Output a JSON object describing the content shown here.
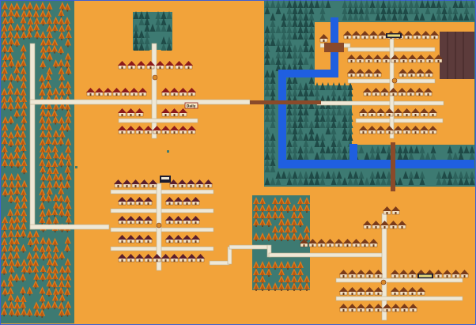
{
  "map": {
    "colors": {
      "ground": "#f2a33a",
      "ground_edge": "#c87d22",
      "forest_floor": "#3d7a72",
      "forest_tree": "#1f4a47",
      "forest_tree_light": "#2d625c",
      "autumn_tree": "#e07a1a",
      "autumn_tree_dark": "#b85810",
      "autumn_trunk": "#6b3a18",
      "water": "#1f5fe0",
      "road": "#efe8d6",
      "road_edge": "#b9ad8e",
      "bridge": "#8a4a2a",
      "house_roof_red": "#8c1a1a",
      "house_roof_brown": "#7a3b1a",
      "house_roof_dark": "#5a1e2c",
      "house_wall": "#f4e2c4",
      "farm_field": "#5c3b3b",
      "sign_bg": "#f7e9c8",
      "sign_text": "#2a1a10",
      "signboard_dark": "#1c1c30",
      "well": "#d98a2a",
      "border_blue": "#3b5fd9"
    },
    "signs": {
      "north_village": "Daily",
      "central_town": "",
      "east_village": "",
      "south_village": ""
    },
    "regions": [
      "west-forest",
      "north-hamlet",
      "north-village",
      "east-forest",
      "east-village",
      "river",
      "central-town",
      "autumn-grove",
      "south-village",
      "farm-fields"
    ]
  }
}
